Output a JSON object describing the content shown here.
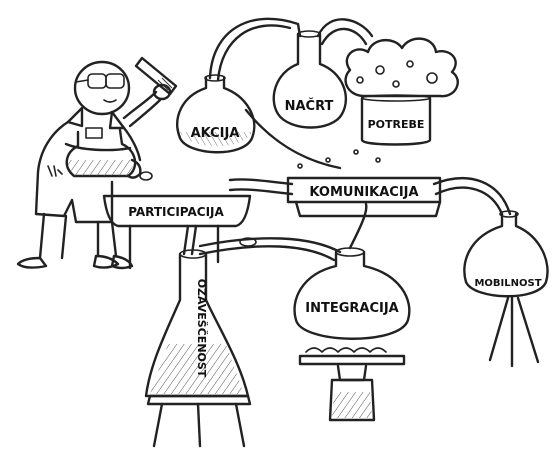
{
  "labels": {
    "akcija": "AKCIJA",
    "nacrt": "NAČRT",
    "potrebe": "POTREBE",
    "komunikacija": "KOMUNIKACIJA",
    "participacija": "PARTICIPACIJA",
    "integracija": "INTEGRACIJA",
    "mobilnost": "MOBILNOST",
    "ozavescenost": "OZAVEŠČENOST"
  }
}
